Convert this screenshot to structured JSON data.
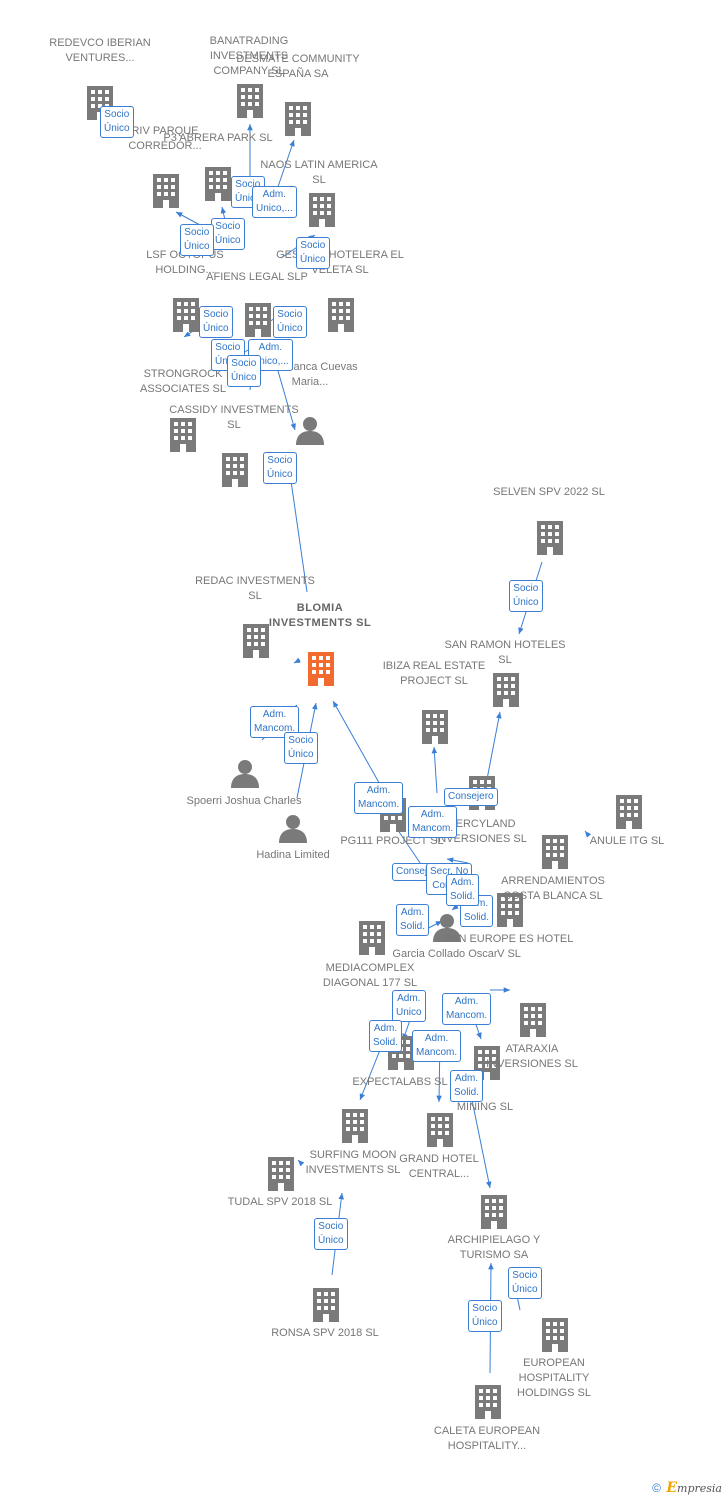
{
  "colors": {
    "node": "#7a7a7a",
    "center": "#f26a2e",
    "edge": "#3a7fd5",
    "label": "#777777"
  },
  "nodes": [
    {
      "id": "redevco",
      "label": "REDEVCO IBERIAN VENTURES...",
      "kind": "company"
    },
    {
      "id": "banatrading",
      "label": "BANATRADING INVESTMENTS COMPANY SL",
      "kind": "company"
    },
    {
      "id": "desmate",
      "label": "DESMATE COMMUNITY ESPAÑA SA",
      "kind": "company"
    },
    {
      "id": "riv",
      "label": "RIV PARQUE CORREDOR...",
      "kind": "company"
    },
    {
      "id": "p3abrera",
      "label": "P3 ABRERA PARK SL",
      "kind": "company"
    },
    {
      "id": "naos",
      "label": "NAOS LATIN AMERICA SL",
      "kind": "company"
    },
    {
      "id": "lsf",
      "label": "LSF OCTOPUS HOLDING...",
      "kind": "company"
    },
    {
      "id": "afiens",
      "label": "AFIENS LEGAL SLP",
      "kind": "company"
    },
    {
      "id": "gestion",
      "label": "GESTION HOTELERA EL VELETA SL",
      "kind": "company"
    },
    {
      "id": "salamanca",
      "label": "Salamanca Cuevas Maria...",
      "kind": "person"
    },
    {
      "id": "strongrock",
      "label": "STRONGROCK ASSOCIATES SL",
      "kind": "company"
    },
    {
      "id": "cassidy",
      "label": "CASSIDY INVESTMENTS SL",
      "kind": "company"
    },
    {
      "id": "selven",
      "label": "SELVEN SPV 2022 SL",
      "kind": "company"
    },
    {
      "id": "redac",
      "label": "REDAC INVESTMENTS SL",
      "kind": "company"
    },
    {
      "id": "blomia",
      "label": "BLOMIA INVESTMENTS SL",
      "kind": "center"
    },
    {
      "id": "sanramon",
      "label": "SAN RAMON HOTELES SL",
      "kind": "company"
    },
    {
      "id": "ibiza",
      "label": "IBIZA REAL ESTATE PROJECT SL",
      "kind": "company"
    },
    {
      "id": "spoerri",
      "label": "Spoerri Joshua Charles",
      "kind": "person"
    },
    {
      "id": "hadina",
      "label": "Hadina Limited",
      "kind": "person"
    },
    {
      "id": "pg111",
      "label": "PG111 PROJECT SL",
      "kind": "company"
    },
    {
      "id": "mercyland",
      "label": "MERCYLAND INVERSIONES SL",
      "kind": "company"
    },
    {
      "id": "anule",
      "label": "ANULE ITG SL",
      "kind": "company"
    },
    {
      "id": "arrendamientos",
      "label": "ARRENDAMIENTOS COSTA BLANCA SL",
      "kind": "company"
    },
    {
      "id": "garcia",
      "label": "Garcia Collado Oscar",
      "kind": "person"
    },
    {
      "id": "pan",
      "label": "PAN EUROPE ES HOTEL V SL",
      "kind": "company"
    },
    {
      "id": "mediacomplex",
      "label": "MEDIACOMPLEX DIAGONAL 177 SL",
      "kind": "company"
    },
    {
      "id": "ataraxia",
      "label": "ATARAXIA INVERSIONES SL",
      "kind": "company"
    },
    {
      "id": "expectalabs",
      "label": "EXPECTALABS SL",
      "kind": "company"
    },
    {
      "id": "mining",
      "label": "MINING SL",
      "kind": "company"
    },
    {
      "id": "surfing",
      "label": "SURFING MOON INVESTMENTS SL",
      "kind": "company"
    },
    {
      "id": "grand",
      "label": "GRAND HOTEL CENTRAL...",
      "kind": "company"
    },
    {
      "id": "tudal",
      "label": "TUDAL SPV 2018 SL",
      "kind": "company"
    },
    {
      "id": "archipielago",
      "label": "ARCHIPIELAGO Y TURISMO SA",
      "kind": "company"
    },
    {
      "id": "ronsa",
      "label": "RONSA SPV 2018 SL",
      "kind": "company"
    },
    {
      "id": "european",
      "label": "EUROPEAN HOSPITALITY HOLDINGS SL",
      "kind": "company"
    },
    {
      "id": "caleta",
      "label": "CALETA EUROPEAN HOSPITALITY...",
      "kind": "company"
    }
  ],
  "relations": [
    {
      "text": "Socio Único"
    },
    {
      "text": "Socio Único"
    },
    {
      "text": "Adm. Unico,..."
    },
    {
      "text": "Socio Único"
    },
    {
      "text": "Socio Único"
    },
    {
      "text": "Socio Único"
    },
    {
      "text": "Socio Único"
    },
    {
      "text": "Socio Único"
    },
    {
      "text": "Adm. Unico,..."
    },
    {
      "text": "Socio Único"
    },
    {
      "text": "Socio Único"
    },
    {
      "text": "Socio Único"
    },
    {
      "text": "Socio Único"
    },
    {
      "text": "Adm. Mancom."
    },
    {
      "text": "Socio Único"
    },
    {
      "text": "Adm. Mancom."
    },
    {
      "text": "Consejero"
    },
    {
      "text": "Adm. Mancom."
    },
    {
      "text": "Consejero"
    },
    {
      "text": "Secr. No Consej."
    },
    {
      "text": "Adm. Solid."
    },
    {
      "text": "Adm. Solid."
    },
    {
      "text": "Adm. Solid."
    },
    {
      "text": "Adm. Unico"
    },
    {
      "text": "Adm. Mancom."
    },
    {
      "text": "Adm. Solid."
    },
    {
      "text": "Adm. Mancom."
    },
    {
      "text": "Adm. Solid."
    },
    {
      "text": "Socio Único"
    },
    {
      "text": "Socio Único"
    },
    {
      "text": "Socio Único"
    }
  ],
  "footer": {
    "copyright": "©",
    "brand_initial": "E",
    "brand_rest": "mpresia"
  }
}
